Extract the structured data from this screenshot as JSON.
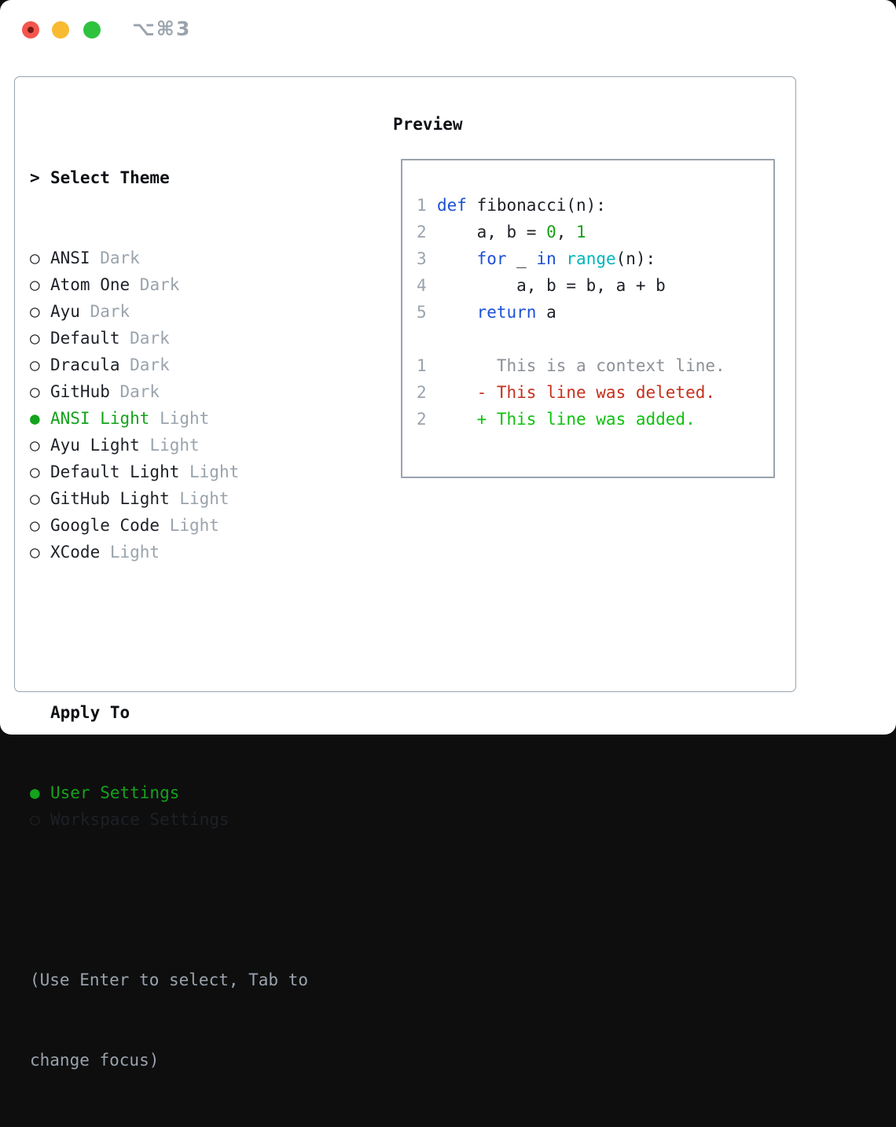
{
  "colors": {
    "fg": "#1d2127",
    "header": "#0c0f13",
    "muted": "#9aa3ad",
    "border": "#9aa3ad",
    "select_green": "#14a31c",
    "keyword_blue": "#1b50d6",
    "number_green": "#16a016",
    "builtin_cyan": "#00b5bd",
    "context_gray": "#8b9197",
    "deleted_red": "#c5301c",
    "added_green": "#0cc20c",
    "traffic_red": "#f4564e",
    "traffic_red_dot": "#731a10",
    "traffic_yellow": "#f8ba30",
    "traffic_green": "#2ec23e"
  },
  "titlebar": {
    "title": "⌥⌘3"
  },
  "theme_select": {
    "prompt_marker": ">",
    "header": "Select Theme",
    "radio_unselected": "○",
    "radio_selected": "●",
    "items": [
      {
        "name": "ANSI",
        "variant": "Dark",
        "selected": false
      },
      {
        "name": "Atom One",
        "variant": "Dark",
        "selected": false
      },
      {
        "name": "Ayu",
        "variant": "Dark",
        "selected": false
      },
      {
        "name": "Default",
        "variant": "Dark",
        "selected": false
      },
      {
        "name": "Dracula",
        "variant": "Dark",
        "selected": false
      },
      {
        "name": "GitHub",
        "variant": "Dark",
        "selected": false
      },
      {
        "name": "ANSI Light",
        "variant": "Light",
        "selected": true
      },
      {
        "name": "Ayu Light",
        "variant": "Light",
        "selected": false
      },
      {
        "name": "Default Light",
        "variant": "Light",
        "selected": false
      },
      {
        "name": "GitHub Light",
        "variant": "Light",
        "selected": false
      },
      {
        "name": "Google Code",
        "variant": "Light",
        "selected": false
      },
      {
        "name": "XCode",
        "variant": "Light",
        "selected": false
      }
    ]
  },
  "apply_to": {
    "header": "Apply To",
    "options": [
      {
        "label": "User Settings",
        "selected": true
      },
      {
        "label": "Workspace Settings",
        "selected": false
      }
    ]
  },
  "help": {
    "line1": "(Use Enter to select, Tab to",
    "line2": "change focus)"
  },
  "preview": {
    "header": "Preview",
    "code_lines": [
      {
        "num": "1",
        "tokens": [
          [
            "def",
            "kw"
          ],
          [
            " fibonacci(n):",
            "fg"
          ]
        ]
      },
      {
        "num": "2",
        "tokens": [
          [
            "    a, b = ",
            "fg"
          ],
          [
            "0",
            "num"
          ],
          [
            ", ",
            "fg"
          ],
          [
            "1",
            "num"
          ]
        ]
      },
      {
        "num": "3",
        "tokens": [
          [
            "    ",
            "fg"
          ],
          [
            "for",
            "kw"
          ],
          [
            " _ ",
            "fg"
          ],
          [
            "in",
            "kw"
          ],
          [
            " ",
            "fg"
          ],
          [
            "range",
            "builtin"
          ],
          [
            "(n):",
            "fg"
          ]
        ]
      },
      {
        "num": "4",
        "tokens": [
          [
            "        a, b = b, a + b",
            "fg"
          ]
        ]
      },
      {
        "num": "5",
        "tokens": [
          [
            "    ",
            "fg"
          ],
          [
            "return",
            "kw"
          ],
          [
            " a",
            "fg"
          ]
        ]
      }
    ],
    "diff_lines": [
      {
        "num": "1",
        "tokens": [
          [
            "      This is a context line.",
            "ctx"
          ]
        ]
      },
      {
        "num": "2",
        "tokens": [
          [
            "    - This line was deleted.",
            "del"
          ]
        ]
      },
      {
        "num": "2",
        "tokens": [
          [
            "    + This line was added.",
            "add"
          ]
        ]
      }
    ]
  }
}
